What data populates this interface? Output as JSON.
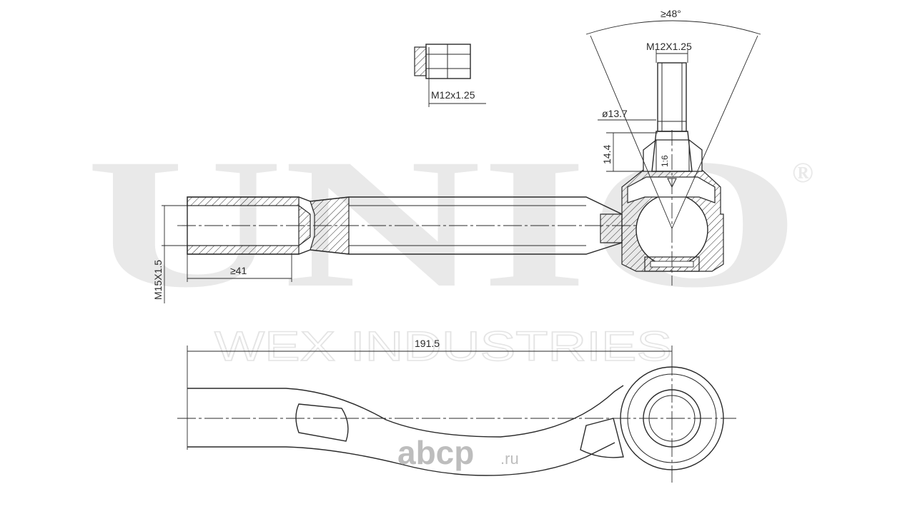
{
  "watermark": {
    "brand": "UNIO",
    "registered": "®",
    "company": "WEX INDUSTRIES"
  },
  "site_logo": {
    "name": "abcp",
    "tld": ".ru"
  },
  "dimensions": {
    "taper_angle": "≥48°",
    "stud_thread": "M12X1.25",
    "nut_thread": "M12x1.25",
    "stud_diameter": "ø13.7",
    "stud_height": "14.4",
    "taper_ratio": "1:6",
    "inner_thread": "M15X1.5",
    "thread_depth": "≥41",
    "overall_length": "191.5"
  },
  "colors": {
    "line": "#2a2a2a",
    "watermark": "#e9e9e9",
    "logo": "#bdbdbd"
  }
}
